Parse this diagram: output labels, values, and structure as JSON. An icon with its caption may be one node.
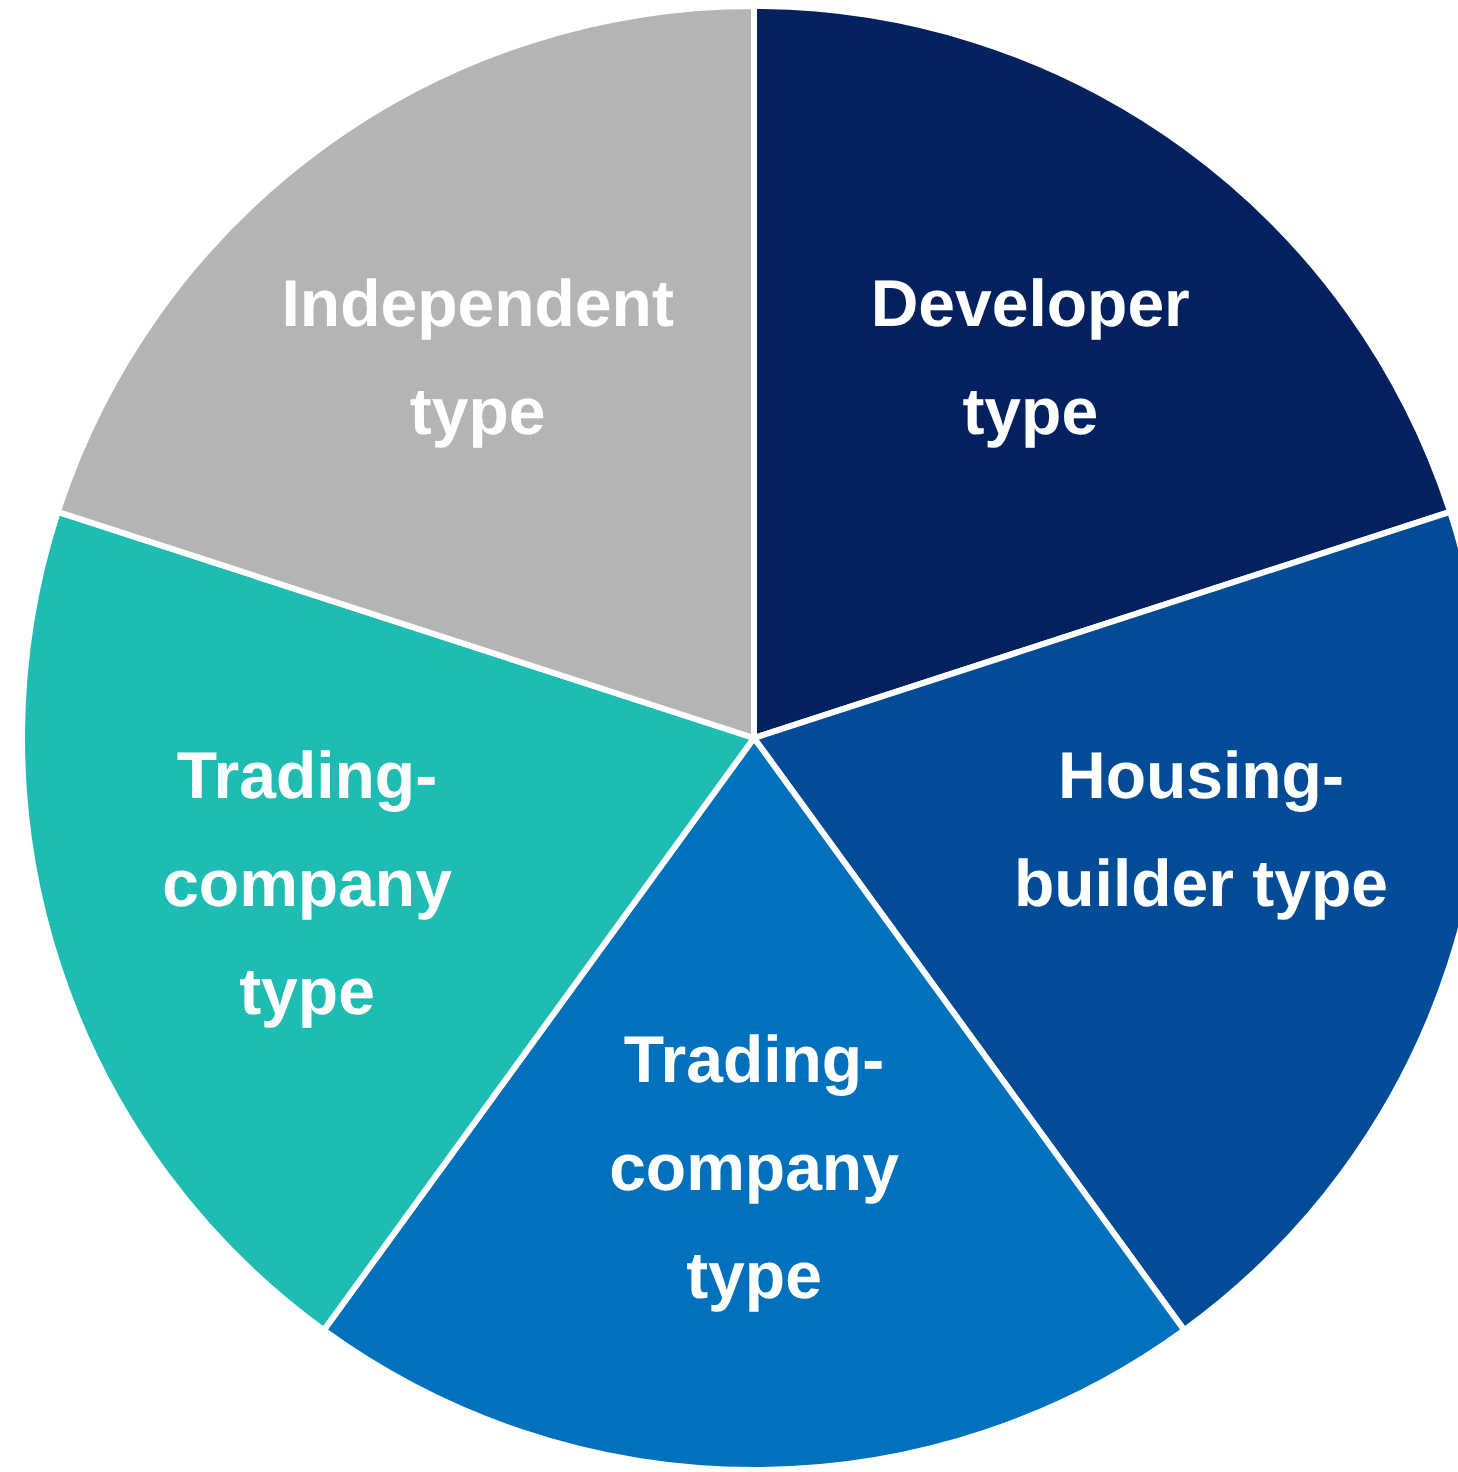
{
  "diagram": {
    "nodes": [
      {
        "text": [
          "Developer type"
        ]
      },
      {
        "text": [
          "Housing-builder type"
        ]
      },
      {
        "text": [
          "Trading-company type"
        ]
      },
      {
        "text": [
          "Trading-company type"
        ]
      },
      {
        "text": [
          "Independent type"
        ]
      }
    ],
    "edges": []
  }
}
